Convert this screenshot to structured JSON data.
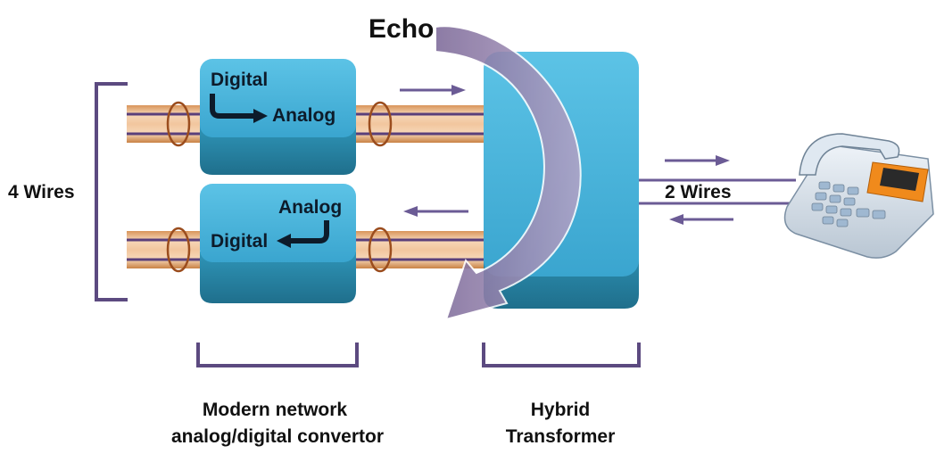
{
  "labels": {
    "echo": "Echo",
    "four_wires": "4 Wires",
    "two_wires": "2 Wires",
    "conv_top_from": "Digital",
    "conv_top_to": "Analog",
    "conv_bottom_from": "Analog",
    "conv_bottom_to": "Digital",
    "convertor_line1": "Modern network",
    "convertor_line2": "analog/digital convertor",
    "hybrid_line1": "Hybrid",
    "hybrid_line2": "Transformer"
  },
  "colors": {
    "box_top": "#4fb8de",
    "box_side": "#2b8bab",
    "bracket": "#5c4a80",
    "arrow": "#6b5b95",
    "echo_fill": "#8e7aa6",
    "cable": "#e0a36a",
    "cable_light": "#f7dcc0",
    "cable_line": "#5a3f7a",
    "ring": "#9b4d1e"
  },
  "icons": {
    "telephone": "telephone-icon",
    "echo_arrow": "curved-echo-arrow-icon"
  }
}
